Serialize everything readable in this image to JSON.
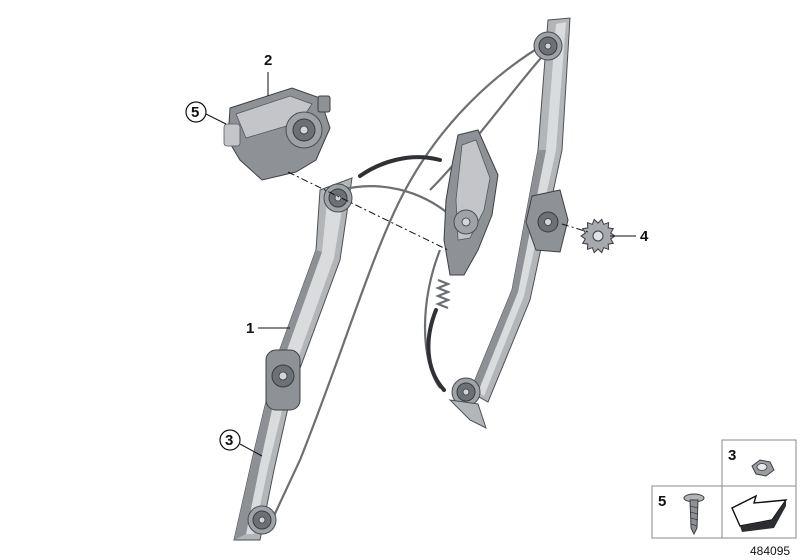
{
  "callouts": {
    "part_1": "1",
    "part_2": "2",
    "part_3_circled": "3",
    "part_4": "4",
    "part_5_circled": "5"
  },
  "legend": {
    "nut_number": "3",
    "screw_number": "5"
  },
  "catalog_number": "484095"
}
